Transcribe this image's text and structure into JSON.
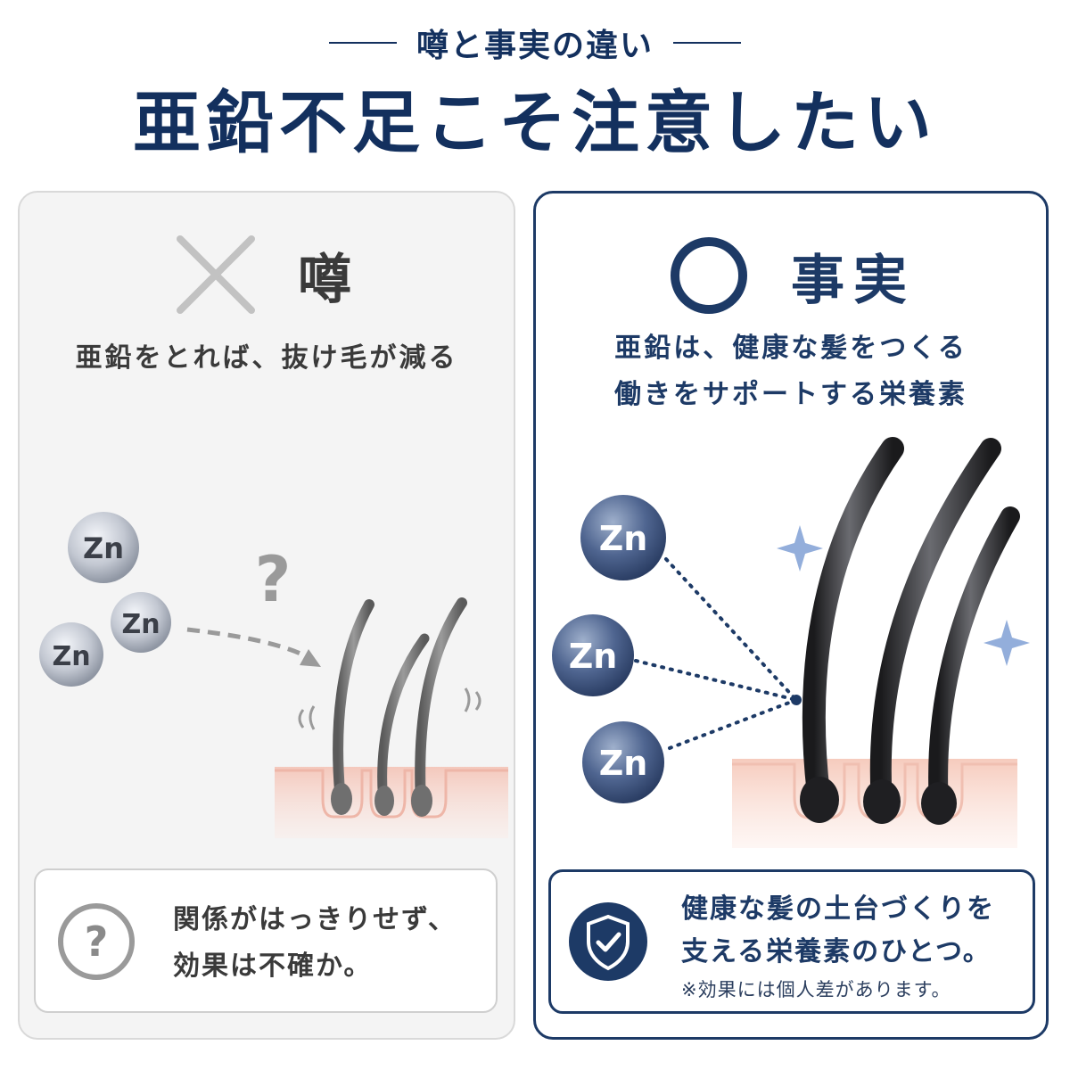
{
  "header": {
    "subtitle": "噂と事実の違い",
    "title": "亜鉛不足こそ注意したい"
  },
  "rumor": {
    "heading": "噂",
    "statement": "亜鉛をとれば、抜け毛が減る",
    "zn_label": "Zn",
    "question_mark": "?",
    "note_line1": "関係がはっきりせず、",
    "note_line2": "効果は不確か。",
    "icon_mark": "cross-icon",
    "note_icon": "question-circle-icon"
  },
  "fact": {
    "heading": "事実",
    "statement_line1": "亜鉛は、健康な髪をつくる",
    "statement_line2": "働きをサポートする栄養素",
    "zn_label": "Zn",
    "note_line1": "健康な髪の土台づくりを",
    "note_line2": "支える栄養素のひとつ。",
    "disclaimer": "※効果には個人差があります。",
    "icon_mark": "circle-icon",
    "note_icon": "shield-check-icon"
  },
  "colors": {
    "navy": "#13305e",
    "panel_border": "#1d3a66",
    "gray_text": "#3a3a3a",
    "skin": "#f7d8cf"
  }
}
